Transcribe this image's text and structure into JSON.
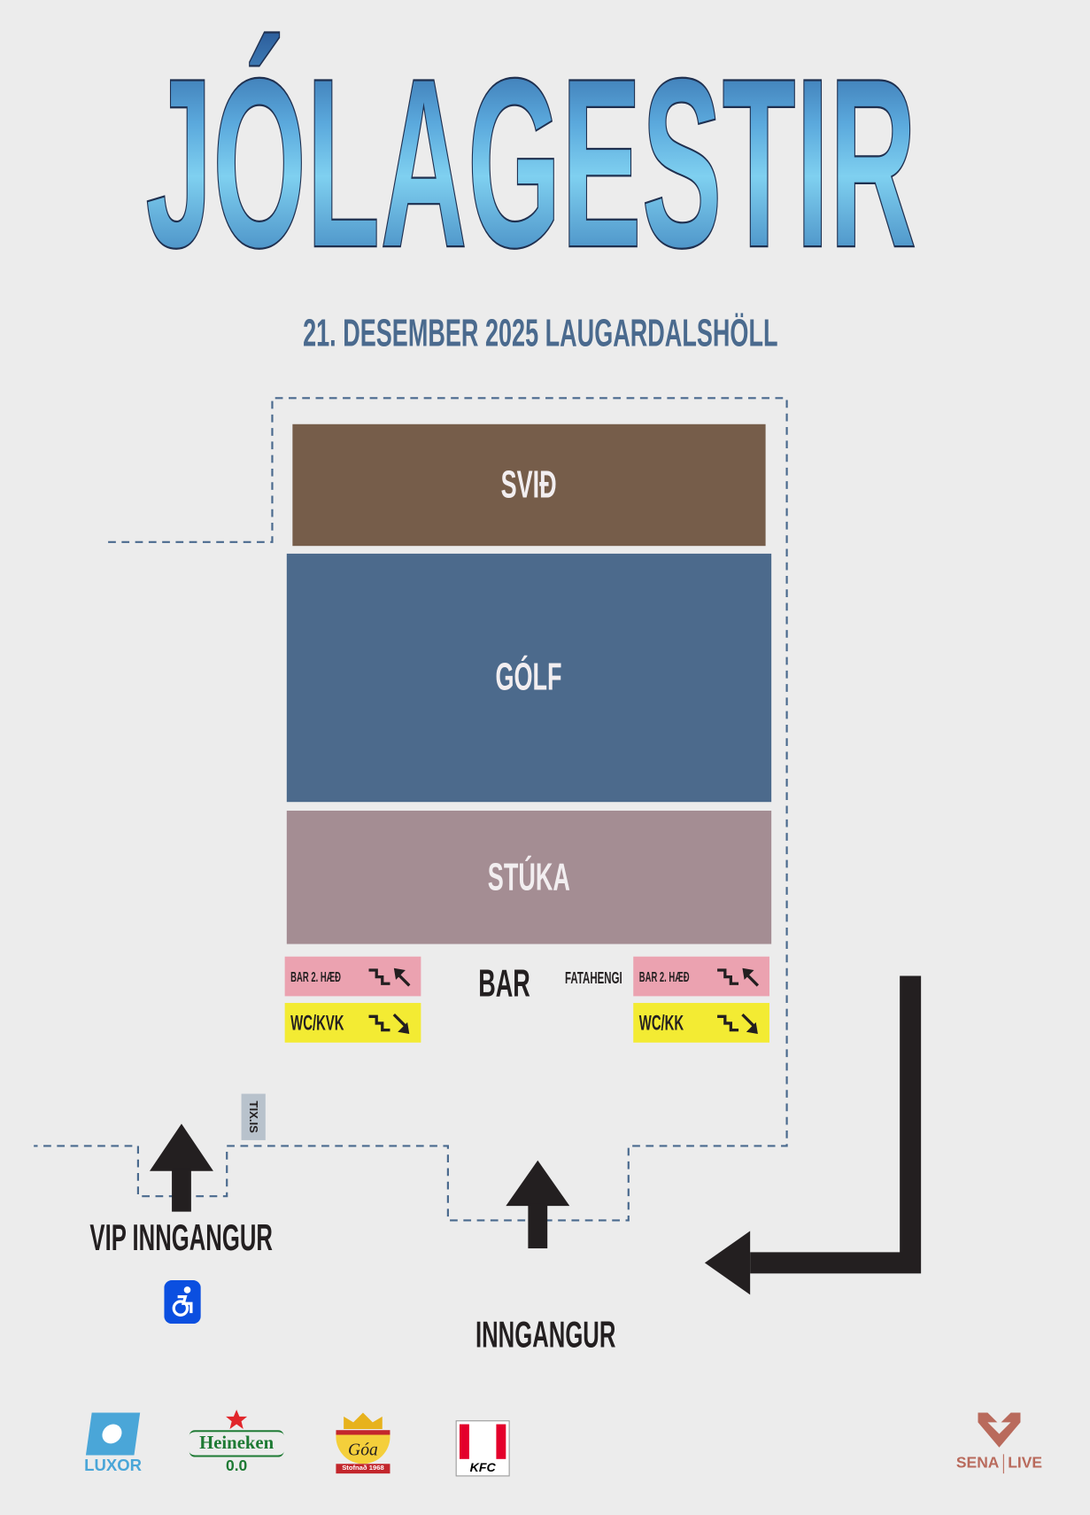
{
  "title": "JÓLAGESTIR",
  "subtitle": "21. DESEMBER 2025 LAUGARDALSHÖLL",
  "zones": {
    "stage": "SVIÐ",
    "floor": "GÓLF",
    "stands": "STÚKA"
  },
  "services": {
    "left_bar": "BAR 2. HÆÐ",
    "left_wc": "WC/KVK",
    "bar": "BAR",
    "cloakroom": "FATAHENGI",
    "right_bar": "BAR 2. HÆÐ",
    "right_wc": "WC/KK",
    "tix": "TIX.IS"
  },
  "entrances": {
    "vip": "VIP INNGANGUR",
    "main": "INNGANGUR"
  },
  "sponsors": {
    "luxor": "LUXOR",
    "heineken": "Heineken",
    "heineken_sub": "0.0",
    "ga": "Góa",
    "ga_sub": "Stofnað 1968",
    "kfc": "KFC"
  },
  "organizer": {
    "left": "SENA",
    "right": "LIVE"
  },
  "colors": {
    "stage": "#765d4a",
    "floor": "#4c6a8c",
    "stands": "#a48d93",
    "bar": "#eba2b0",
    "wc": "#f3eb33",
    "outline": "#4a6a8e",
    "organizer": "#b96a5c",
    "access": "#0b4fe0"
  }
}
